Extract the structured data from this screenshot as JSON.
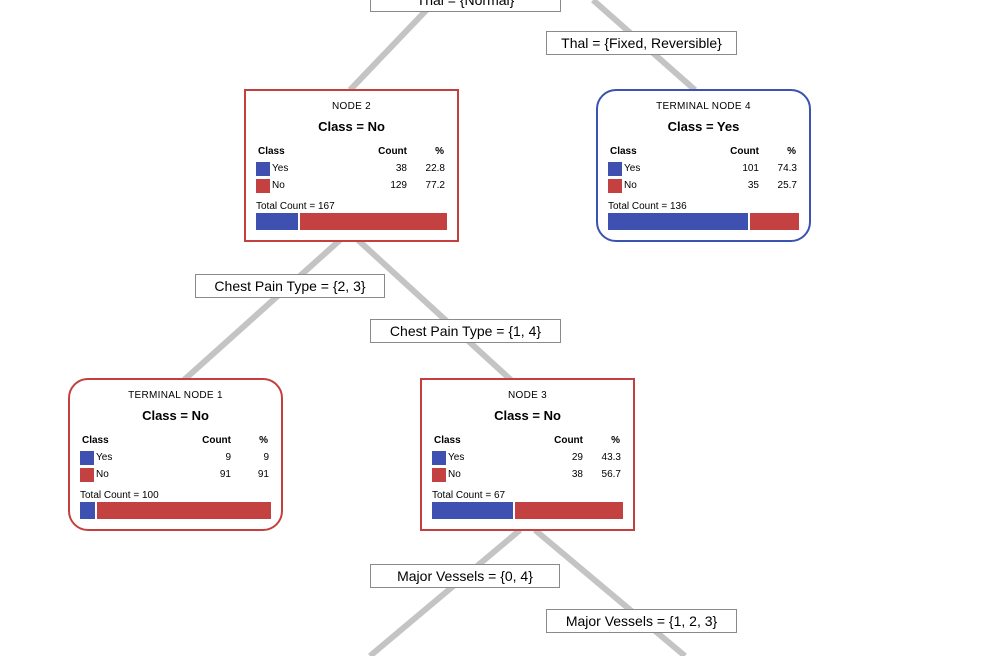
{
  "colors": {
    "yes": "#3f51b0",
    "no": "#c44141",
    "terminal_border": "#3a52b0",
    "node_border": "#c44040",
    "edge": "#c4c4c4"
  },
  "legend": {
    "class_header": "Class",
    "count_header": "Count",
    "pct_header": "%"
  },
  "splits": {
    "thal_normal": "Thal = {Normal}",
    "thal_fixed": "Thal = {Fixed, Reversible}",
    "chest_23": "Chest Pain Type = {2, 3}",
    "chest_14": "Chest Pain Type = {1, 4}",
    "vessels_04": "Major Vessels = {0, 4}",
    "vessels_123": "Major Vessels = {1, 2, 3}"
  },
  "nodes": {
    "node2": {
      "header": "NODE 2",
      "class_label": "Class = No",
      "rows": [
        {
          "name": "Yes",
          "count": "38",
          "pct": "22.8"
        },
        {
          "name": "No",
          "count": "129",
          "pct": "77.2"
        }
      ],
      "total": "Total Count = 167",
      "yes_fraction": 0.228
    },
    "terminal4": {
      "header": "TERMINAL NODE 4",
      "class_label": "Class = Yes",
      "rows": [
        {
          "name": "Yes",
          "count": "101",
          "pct": "74.3"
        },
        {
          "name": "No",
          "count": "35",
          "pct": "25.7"
        }
      ],
      "total": "Total Count = 136",
      "yes_fraction": 0.743
    },
    "terminal1": {
      "header": "TERMINAL NODE 1",
      "class_label": "Class = No",
      "rows": [
        {
          "name": "Yes",
          "count": "9",
          "pct": "9"
        },
        {
          "name": "No",
          "count": "91",
          "pct": "91"
        }
      ],
      "total": "Total Count = 100",
      "yes_fraction": 0.09
    },
    "node3": {
      "header": "NODE 3",
      "class_label": "Class = No",
      "rows": [
        {
          "name": "Yes",
          "count": "29",
          "pct": "43.3"
        },
        {
          "name": "No",
          "count": "38",
          "pct": "56.7"
        }
      ],
      "total": "Total Count = 67",
      "yes_fraction": 0.433
    }
  }
}
